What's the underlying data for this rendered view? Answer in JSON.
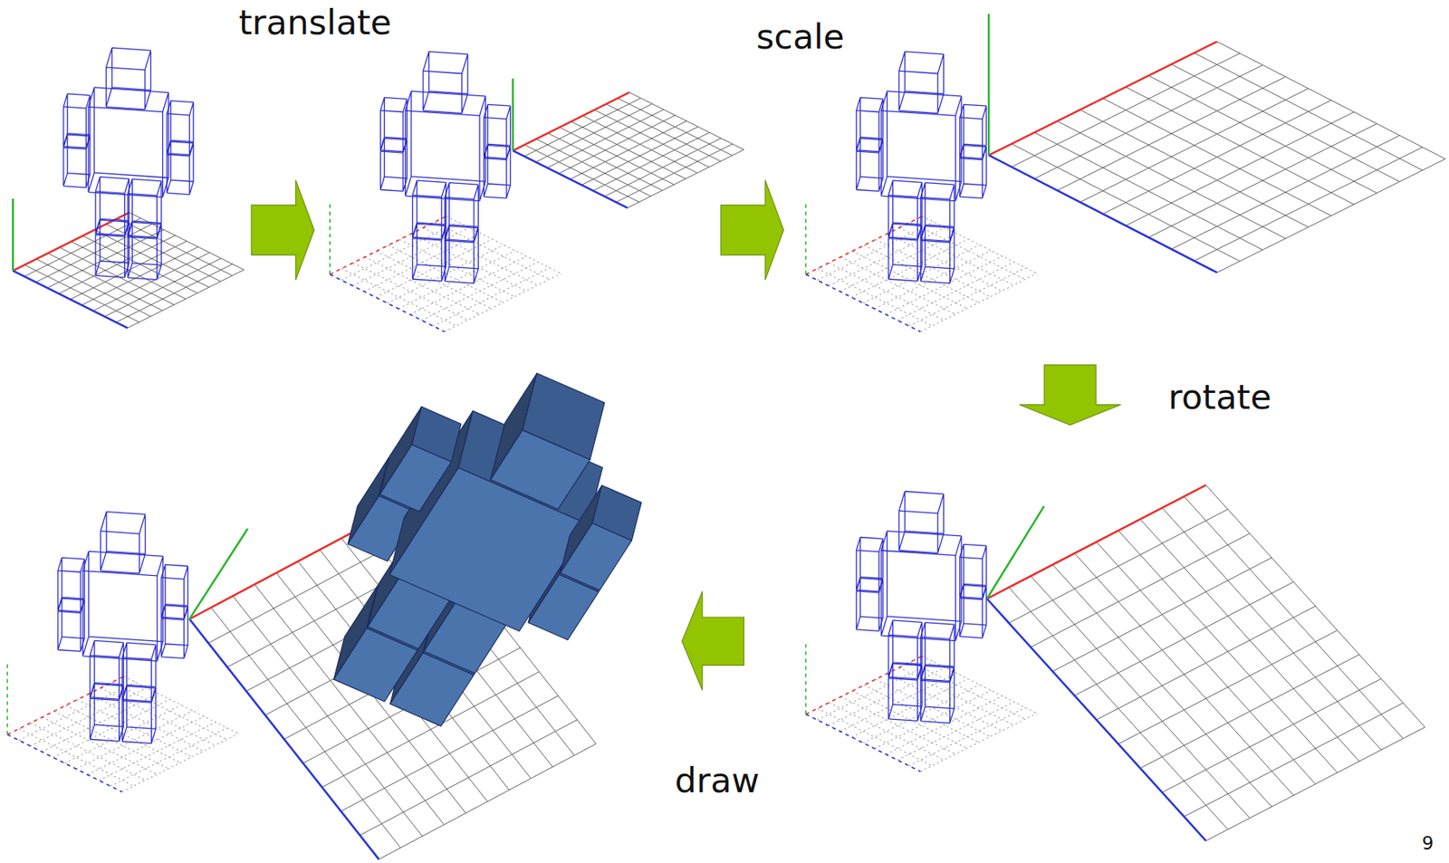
{
  "diagram": {
    "labels": [
      "translate",
      "scale",
      "rotate",
      "draw",
      "9"
    ]
  }
}
